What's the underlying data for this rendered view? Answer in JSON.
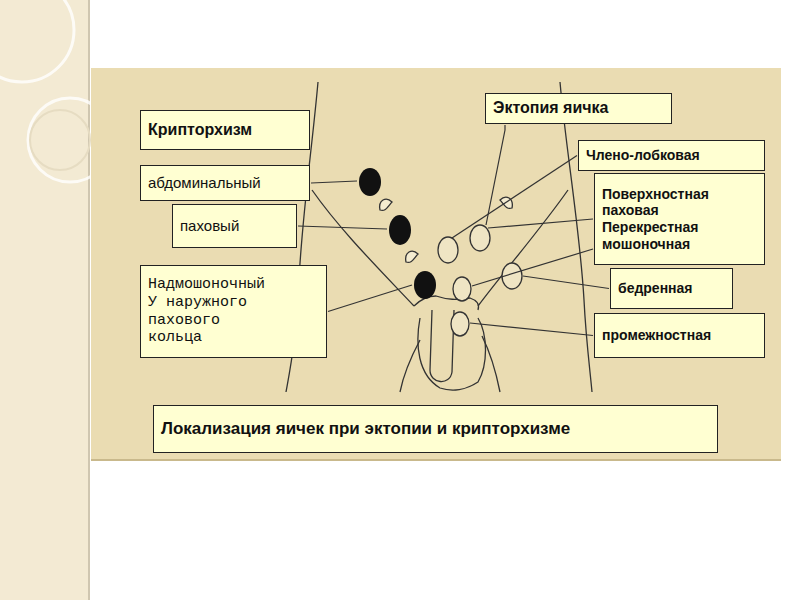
{
  "diagram": {
    "nodes": [
      {
        "text": [
          "Крипторхизм"
        ]
      },
      {
        "text": [
          "Эктопия яичка"
        ]
      },
      {
        "text": [
          "абдоминальный"
        ]
      },
      {
        "text": [
          "Члено-лобковая"
        ]
      },
      {
        "text": [
          "паховый"
        ]
      },
      {
        "text": [
          "Поверхностная паховая Перекрестная мошоночная"
        ]
      },
      {
        "text": [
          "Надмошоночный У наружного пахового кольца"
        ]
      },
      {
        "text": [
          "бедренная"
        ]
      },
      {
        "text": [
          "промежностная"
        ]
      },
      {
        "text": [
          "Локализация яичек при эктопии и крипторхизме"
        ]
      }
    ]
  }
}
